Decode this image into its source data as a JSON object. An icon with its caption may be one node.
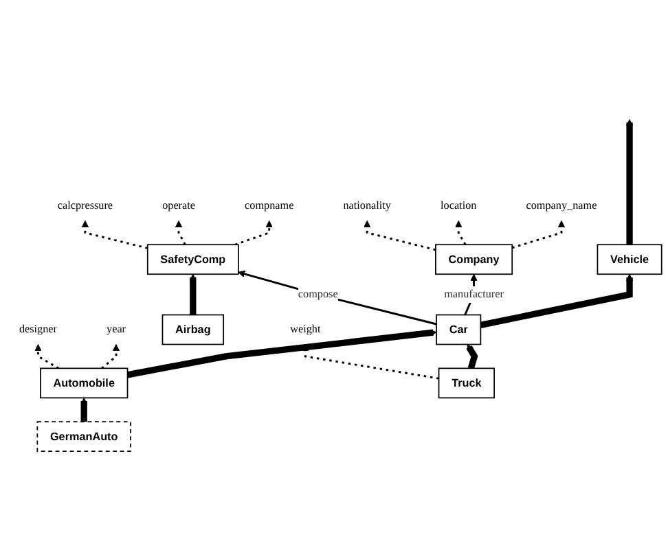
{
  "diagram": {
    "nodes": [
      {
        "text": [
          "Vehicle"
        ]
      },
      {
        "text": [
          "Car"
        ]
      },
      {
        "text": [
          "company_name"
        ]
      },
      {
        "text": [
          "compname"
        ]
      },
      {
        "text": [
          "location"
        ]
      },
      {
        "text": [
          "Company"
        ]
      },
      {
        "text": [
          "SafetyComp"
        ]
      },
      {
        "text": [
          "operate"
        ]
      },
      {
        "text": [
          "nationality"
        ]
      },
      {
        "text": [
          "Automobile"
        ]
      },
      {
        "text": [
          "year"
        ]
      },
      {
        "text": [
          "calcpressure"
        ]
      },
      {
        "text": [
          "Airbag"
        ]
      },
      {
        "text": [
          "designer"
        ]
      },
      {
        "text": [
          "GermanAuto"
        ]
      },
      {
        "text": [
          "Truck"
        ]
      },
      {
        "text": [
          "weight"
        ]
      }
    ],
    "edges": [
      {
        "from": 0,
        "to": null,
        "arrow": "to",
        "style": "thick"
      },
      {
        "from": 1,
        "to": 0,
        "arrow": "to",
        "style": "thick"
      },
      {
        "from": 1,
        "to": 5,
        "arrow": "to",
        "label": "manufacturer"
      },
      {
        "from": 1,
        "to": 6,
        "arrow": "to",
        "label": "compose"
      },
      {
        "from": 9,
        "to": 1,
        "arrow": "to",
        "style": "thick"
      },
      {
        "from": 15,
        "to": 1,
        "arrow": "to",
        "style": "thick"
      },
      {
        "from": 14,
        "to": 9,
        "arrow": "to",
        "style": "thick"
      },
      {
        "from": 12,
        "to": 6,
        "arrow": "to",
        "style": "thick"
      },
      {
        "from": 5,
        "to": 2,
        "arrow": "to",
        "style": "dashed"
      },
      {
        "from": 5,
        "to": 4,
        "arrow": "to",
        "style": "dashed"
      },
      {
        "from": 5,
        "to": 8,
        "arrow": "to",
        "style": "dashed"
      },
      {
        "from": 9,
        "to": 10,
        "arrow": "to",
        "style": "dashed"
      },
      {
        "from": 9,
        "to": 13,
        "arrow": "to",
        "style": "dashed"
      },
      {
        "from": 6,
        "to": 3,
        "arrow": "to",
        "style": "dashed"
      },
      {
        "from": 6,
        "to": 7,
        "arrow": "to",
        "style": "dashed"
      },
      {
        "from": 6,
        "to": 11,
        "arrow": "to",
        "style": "dashed"
      },
      {
        "from": 15,
        "to": 16,
        "arrow": "to",
        "style": "dashed"
      }
    ]
  }
}
